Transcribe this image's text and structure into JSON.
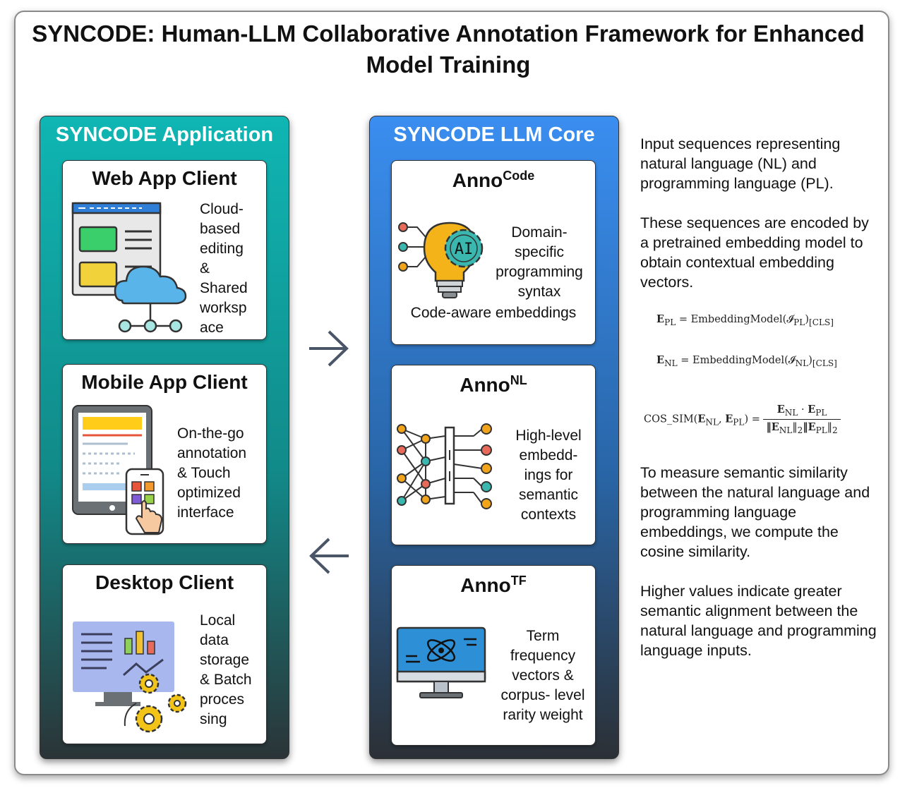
{
  "title": "SYNCODE: Human-LLM Collaborative Annotation Framework for Enhanced Model Training",
  "application": {
    "heading": "SYNCODE Application",
    "web": {
      "title": "Web App Client",
      "lines": [
        "Cloud-",
        "based",
        "editing",
        "&",
        "Shared",
        "worksp",
        "ace"
      ]
    },
    "mobile": {
      "title": "Mobile App Client",
      "lines": [
        "On-the-go",
        "annotation",
        "& Touch",
        "optimized",
        "interface"
      ]
    },
    "desktop": {
      "title": "Desktop Client",
      "lines": [
        "Local",
        "data",
        "storage",
        "& Batch",
        "proces",
        "sing"
      ]
    }
  },
  "core": {
    "heading": "SYNCODE LLM Core",
    "code": {
      "title": "Anno",
      "sup": "Code",
      "lines": [
        "Domain-",
        "specific",
        "programming",
        "syntax"
      ],
      "bottom": "Code-aware embeddings",
      "icon_text": "AI"
    },
    "nl": {
      "title": "Anno",
      "sup": "NL",
      "lines": [
        "High-level",
        "embedd-",
        "ings for",
        "semantic",
        "contexts"
      ]
    },
    "tf": {
      "title": "Anno",
      "sup": "TF",
      "lines": [
        "Term",
        "frequency",
        "vectors &",
        "corpus- level",
        "rarity weight"
      ]
    }
  },
  "side": {
    "p1": "Input sequences representing natural language (NL) and programming language (PL).",
    "p2": "These sequences are encoded by a pretrained embedding model to obtain contextual embedding vectors.",
    "p3": "To measure semantic similarity between the natural language and programming language embeddings, we compute the cosine similarity.",
    "p4": "Higher values indicate greater semantic alignment between the natural language and programming language inputs."
  },
  "formulas": {
    "epl": {
      "lhs_base": "E",
      "lhs_sub": "PL",
      "eq": " = EmbeddingModel(",
      "arg": "𝓘",
      "arg_sub": "PL",
      "close": ")",
      "post_sub": "[CLS]"
    },
    "enl": {
      "lhs_base": "E",
      "lhs_sub": "NL",
      "eq": " = EmbeddingModel(",
      "arg": "𝓘",
      "arg_sub": "NL",
      "close": ")",
      "post_sub": "[CLS]"
    },
    "cos": {
      "lhs": "COS_SIM(",
      "e1": "E",
      "e1_sub": "NL",
      "comma": ", ",
      "e2": "E",
      "e2_sub": "PL",
      "rhs": ") =",
      "num": "E",
      "num_sub1": "NL",
      "dot": " · ",
      "num2": "E",
      "num_sub2": "PL",
      "den1": "‖E",
      "den1_sub": "NL",
      "den1_close": "‖",
      "den1_2": "2",
      "den2": "‖E",
      "den2_sub": "PL",
      "den2_close": "‖",
      "den2_2": "2"
    }
  },
  "colors": {
    "app_top": "#0fb6b3",
    "core_top": "#3a8ef0",
    "arrow": "#4a5568"
  }
}
